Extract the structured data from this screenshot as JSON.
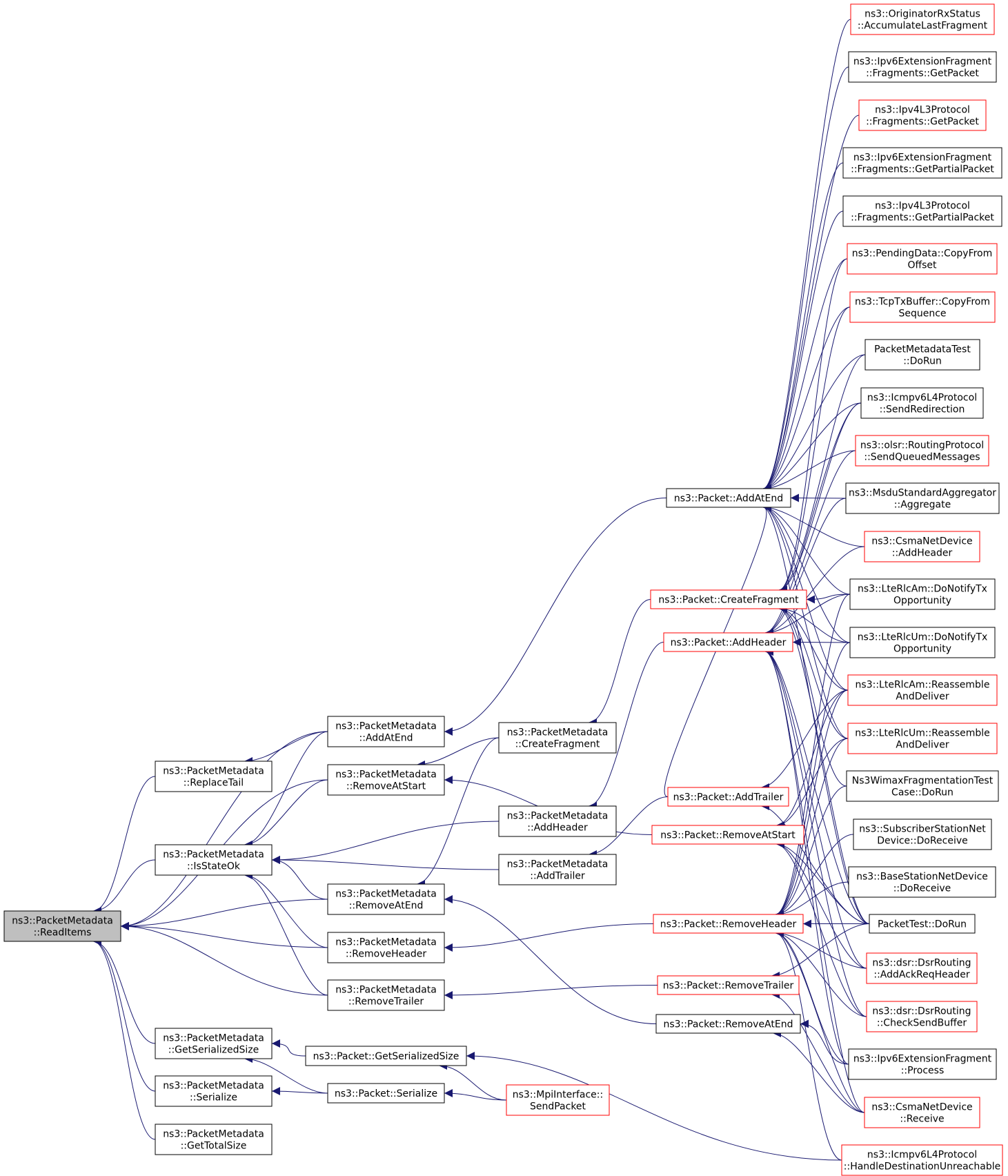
{
  "diagram": {
    "colors": {
      "edge": "#191970",
      "border_normal": "#000000",
      "border_red": "#ff0000",
      "fill_focus": "#bfbfbf",
      "fill_normal": "#ffffff"
    },
    "nodes": [
      {
        "id": "readitems",
        "lines": [
          "ns3::PacketMetadata",
          "::ReadItems"
        ],
        "style": "focus"
      },
      {
        "id": "pm_replacetail",
        "lines": [
          "ns3::PacketMetadata",
          "::ReplaceTail"
        ],
        "style": "normal"
      },
      {
        "id": "pm_isstateok",
        "lines": [
          "ns3::PacketMetadata",
          "::IsStateOk"
        ],
        "style": "normal"
      },
      {
        "id": "pm_getserializedsize",
        "lines": [
          "ns3::PacketMetadata",
          "::GetSerializedSize"
        ],
        "style": "normal"
      },
      {
        "id": "pm_serialize",
        "lines": [
          "ns3::PacketMetadata",
          "::Serialize"
        ],
        "style": "normal"
      },
      {
        "id": "pm_gettotalsize",
        "lines": [
          "ns3::PacketMetadata",
          "::GetTotalSize"
        ],
        "style": "normal"
      },
      {
        "id": "pm_addatend",
        "lines": [
          "ns3::PacketMetadata",
          "::AddAtEnd"
        ],
        "style": "normal"
      },
      {
        "id": "pm_removeatstart",
        "lines": [
          "ns3::PacketMetadata",
          "::RemoveAtStart"
        ],
        "style": "normal"
      },
      {
        "id": "pm_removeatend",
        "lines": [
          "ns3::PacketMetadata",
          "::RemoveAtEnd"
        ],
        "style": "normal"
      },
      {
        "id": "pm_removeheader",
        "lines": [
          "ns3::PacketMetadata",
          "::RemoveHeader"
        ],
        "style": "normal"
      },
      {
        "id": "pm_removetrailer",
        "lines": [
          "ns3::PacketMetadata",
          "::RemoveTrailer"
        ],
        "style": "normal"
      },
      {
        "id": "p_getserializedsize",
        "lines": [
          "ns3::Packet::GetSerializedSize"
        ],
        "style": "normal"
      },
      {
        "id": "p_serialize",
        "lines": [
          "ns3::Packet::Serialize"
        ],
        "style": "normal"
      },
      {
        "id": "pm_createfragment",
        "lines": [
          "ns3::PacketMetadata",
          "::CreateFragment"
        ],
        "style": "normal"
      },
      {
        "id": "pm_addheader",
        "lines": [
          "ns3::PacketMetadata",
          "::AddHeader"
        ],
        "style": "normal"
      },
      {
        "id": "pm_addtrailer",
        "lines": [
          "ns3::PacketMetadata",
          "::AddTrailer"
        ],
        "style": "normal"
      },
      {
        "id": "mpi_sendpacket",
        "lines": [
          "ns3::MpiInterface::",
          "SendPacket"
        ],
        "style": "red"
      },
      {
        "id": "p_addatend",
        "lines": [
          "ns3::Packet::AddAtEnd"
        ],
        "style": "normal"
      },
      {
        "id": "p_createfragment",
        "lines": [
          "ns3::Packet::CreateFragment"
        ],
        "style": "red"
      },
      {
        "id": "p_addheader",
        "lines": [
          "ns3::Packet::AddHeader"
        ],
        "style": "red"
      },
      {
        "id": "p_addtrailer",
        "lines": [
          "ns3::Packet::AddTrailer"
        ],
        "style": "red"
      },
      {
        "id": "p_removeatstart",
        "lines": [
          "ns3::Packet::RemoveAtStart"
        ],
        "style": "red"
      },
      {
        "id": "p_removeheader",
        "lines": [
          "ns3::Packet::RemoveHeader"
        ],
        "style": "red"
      },
      {
        "id": "p_removetrailer",
        "lines": [
          "ns3::Packet::RemoveTrailer"
        ],
        "style": "red"
      },
      {
        "id": "p_removeatend",
        "lines": [
          "ns3::Packet::RemoveAtEnd"
        ],
        "style": "normal"
      },
      {
        "id": "orig_rx",
        "lines": [
          "ns3::OriginatorRxStatus",
          "::AccumulateLastFragment"
        ],
        "style": "red"
      },
      {
        "id": "ipv6frag_getpacket",
        "lines": [
          "ns3::Ipv6ExtensionFragment",
          "::Fragments::GetPacket"
        ],
        "style": "normal"
      },
      {
        "id": "ipv4l3_getpacket",
        "lines": [
          "ns3::Ipv4L3Protocol",
          "::Fragments::GetPacket"
        ],
        "style": "red"
      },
      {
        "id": "ipv6frag_getpartial",
        "lines": [
          "ns3::Ipv6ExtensionFragment",
          "::Fragments::GetPartialPacket"
        ],
        "style": "normal"
      },
      {
        "id": "ipv4l3_getpartial",
        "lines": [
          "ns3::Ipv4L3Protocol",
          "::Fragments::GetPartialPacket"
        ],
        "style": "normal"
      },
      {
        "id": "pending_copy",
        "lines": [
          "ns3::PendingData::CopyFrom",
          "Offset"
        ],
        "style": "red"
      },
      {
        "id": "tcptx_copy",
        "lines": [
          "ns3::TcpTxBuffer::CopyFrom",
          "Sequence"
        ],
        "style": "red"
      },
      {
        "id": "pmtest_dorun",
        "lines": [
          "PacketMetadataTest",
          "::DoRun"
        ],
        "style": "normal"
      },
      {
        "id": "icmpv6_sendredir",
        "lines": [
          "ns3::Icmpv6L4Protocol",
          "::SendRedirection"
        ],
        "style": "normal"
      },
      {
        "id": "olsr_send",
        "lines": [
          "ns3::olsr::RoutingProtocol",
          "::SendQueuedMessages"
        ],
        "style": "red"
      },
      {
        "id": "msdu_agg",
        "lines": [
          "ns3::MsduStandardAggregator",
          "::Aggregate"
        ],
        "style": "normal"
      },
      {
        "id": "csma_addheader",
        "lines": [
          "ns3::CsmaNetDevice",
          "::AddHeader"
        ],
        "style": "red"
      },
      {
        "id": "lterlcam_notify",
        "lines": [
          "ns3::LteRlcAm::DoNotifyTx",
          "Opportunity"
        ],
        "style": "normal"
      },
      {
        "id": "lterlcum_notify",
        "lines": [
          "ns3::LteRlcUm::DoNotifyTx",
          "Opportunity"
        ],
        "style": "normal"
      },
      {
        "id": "lterlcam_reasm",
        "lines": [
          "ns3::LteRlcAm::Reassemble",
          "AndDeliver"
        ],
        "style": "red"
      },
      {
        "id": "lterlcum_reasm",
        "lines": [
          "ns3::LteRlcUm::Reassemble",
          "AndDeliver"
        ],
        "style": "red"
      },
      {
        "id": "wimax_frag",
        "lines": [
          "Ns3WimaxFragmentationTest",
          "Case::DoRun"
        ],
        "style": "normal"
      },
      {
        "id": "ss_receive",
        "lines": [
          "ns3::SubscriberStationNet",
          "Device::DoReceive"
        ],
        "style": "normal"
      },
      {
        "id": "bs_receive",
        "lines": [
          "ns3::BaseStationNetDevice",
          "::DoReceive"
        ],
        "style": "normal"
      },
      {
        "id": "packettest",
        "lines": [
          "PacketTest::DoRun"
        ],
        "style": "normal"
      },
      {
        "id": "dsr_ackreq",
        "lines": [
          "ns3::dsr::DsrRouting",
          "::AddAckReqHeader"
        ],
        "style": "red"
      },
      {
        "id": "dsr_checksend",
        "lines": [
          "ns3::dsr::DsrRouting",
          "::CheckSendBuffer"
        ],
        "style": "red"
      },
      {
        "id": "ipv6frag_process",
        "lines": [
          "ns3::Ipv6ExtensionFragment",
          "::Process"
        ],
        "style": "normal"
      },
      {
        "id": "csma_receive",
        "lines": [
          "ns3::CsmaNetDevice",
          "::Receive"
        ],
        "style": "red"
      },
      {
        "id": "icmpv6_handle",
        "lines": [
          "ns3::Icmpv6L4Protocol",
          "::HandleDestinationUnreachable"
        ],
        "style": "red"
      }
    ],
    "edges": [
      [
        "pm_replacetail",
        "readitems"
      ],
      [
        "pm_isstateok",
        "readitems"
      ],
      [
        "pm_getserializedsize",
        "readitems"
      ],
      [
        "pm_serialize",
        "readitems"
      ],
      [
        "pm_gettotalsize",
        "readitems"
      ],
      [
        "pm_addatend",
        "readitems"
      ],
      [
        "pm_removeatstart",
        "readitems"
      ],
      [
        "pm_removeatend",
        "readitems"
      ],
      [
        "pm_removeheader",
        "readitems"
      ],
      [
        "pm_removetrailer",
        "readitems"
      ],
      [
        "pm_addatend",
        "pm_replacetail"
      ],
      [
        "pm_addatend",
        "pm_isstateok"
      ],
      [
        "pm_removeatstart",
        "pm_isstateok"
      ],
      [
        "pm_addheader",
        "pm_isstateok"
      ],
      [
        "pm_addtrailer",
        "pm_isstateok"
      ],
      [
        "pm_removeatend",
        "pm_isstateok"
      ],
      [
        "pm_removeheader",
        "pm_isstateok"
      ],
      [
        "pm_removetrailer",
        "pm_isstateok"
      ],
      [
        "p_getserializedsize",
        "pm_getserializedsize"
      ],
      [
        "p_serialize",
        "pm_getserializedsize"
      ],
      [
        "p_serialize",
        "pm_serialize"
      ],
      [
        "p_addatend",
        "pm_addatend"
      ],
      [
        "pm_createfragment",
        "pm_removeatstart"
      ],
      [
        "p_removeatstart",
        "pm_removeatstart"
      ],
      [
        "pm_createfragment",
        "pm_removeatend"
      ],
      [
        "p_removeatend",
        "pm_removeatend"
      ],
      [
        "p_removeheader",
        "pm_removeheader"
      ],
      [
        "p_removetrailer",
        "pm_removetrailer"
      ],
      [
        "mpi_sendpacket",
        "p_getserializedsize"
      ],
      [
        "icmpv6_handle",
        "p_getserializedsize"
      ],
      [
        "mpi_sendpacket",
        "p_serialize"
      ],
      [
        "p_createfragment",
        "pm_createfragment"
      ],
      [
        "p_addheader",
        "pm_addheader"
      ],
      [
        "p_addtrailer",
        "pm_addtrailer"
      ],
      [
        "orig_rx",
        "p_addatend"
      ],
      [
        "ipv6frag_getpacket",
        "p_addatend"
      ],
      [
        "ipv4l3_getpacket",
        "p_addatend"
      ],
      [
        "ipv6frag_getpartial",
        "p_addatend"
      ],
      [
        "ipv4l3_getpartial",
        "p_addatend"
      ],
      [
        "pending_copy",
        "p_addatend"
      ],
      [
        "tcptx_copy",
        "p_addatend"
      ],
      [
        "pmtest_dorun",
        "p_addatend"
      ],
      [
        "icmpv6_sendredir",
        "p_addatend"
      ],
      [
        "olsr_send",
        "p_addatend"
      ],
      [
        "msdu_agg",
        "p_addatend"
      ],
      [
        "csma_addheader",
        "p_addatend"
      ],
      [
        "lterlcam_notify",
        "p_addatend"
      ],
      [
        "lterlcum_notify",
        "p_addatend"
      ],
      [
        "lterlcam_reasm",
        "p_addatend"
      ],
      [
        "lterlcum_reasm",
        "p_addatend"
      ],
      [
        "packettest",
        "p_addatend"
      ],
      [
        "p_addtrailer",
        "p_addatend"
      ],
      [
        "pending_copy",
        "p_createfragment"
      ],
      [
        "tcptx_copy",
        "p_createfragment"
      ],
      [
        "pmtest_dorun",
        "p_createfragment"
      ],
      [
        "icmpv6_sendredir",
        "p_createfragment"
      ],
      [
        "lterlcam_notify",
        "p_createfragment"
      ],
      [
        "lterlcum_notify",
        "p_createfragment"
      ],
      [
        "lterlcam_reasm",
        "p_createfragment"
      ],
      [
        "lterlcum_reasm",
        "p_createfragment"
      ],
      [
        "wimax_frag",
        "p_createfragment"
      ],
      [
        "packettest",
        "p_createfragment"
      ],
      [
        "csma_addheader",
        "p_addheader"
      ],
      [
        "lterlcam_notify",
        "p_addheader"
      ],
      [
        "lterlcum_notify",
        "p_addheader"
      ],
      [
        "icmpv6_sendredir",
        "p_addheader"
      ],
      [
        "olsr_send",
        "p_addheader"
      ],
      [
        "msdu_agg",
        "p_addheader"
      ],
      [
        "packettest",
        "p_addheader"
      ],
      [
        "dsr_ackreq",
        "p_addheader"
      ],
      [
        "dsr_checksend",
        "p_addheader"
      ],
      [
        "ipv6frag_process",
        "p_addheader"
      ],
      [
        "csma_receive",
        "p_addheader"
      ],
      [
        "packettest",
        "p_addtrailer"
      ],
      [
        "lterlcam_reasm",
        "p_addtrailer"
      ],
      [
        "packettest",
        "p_removeatstart"
      ],
      [
        "lterlcam_reasm",
        "p_removeatstart"
      ],
      [
        "lterlcum_reasm",
        "p_removeatstart"
      ],
      [
        "dsr_ackreq",
        "p_removeatstart"
      ],
      [
        "dsr_checksend",
        "p_removeatstart"
      ],
      [
        "lterlcam_notify",
        "p_removeheader"
      ],
      [
        "lterlcum_notify",
        "p_removeheader"
      ],
      [
        "lterlcam_reasm",
        "p_removeheader"
      ],
      [
        "lterlcum_reasm",
        "p_removeheader"
      ],
      [
        "wimax_frag",
        "p_removeheader"
      ],
      [
        "ss_receive",
        "p_removeheader"
      ],
      [
        "bs_receive",
        "p_removeheader"
      ],
      [
        "packettest",
        "p_removeheader"
      ],
      [
        "dsr_ackreq",
        "p_removeheader"
      ],
      [
        "dsr_checksend",
        "p_removeheader"
      ],
      [
        "ipv6frag_process",
        "p_removeheader"
      ],
      [
        "csma_receive",
        "p_removeheader"
      ],
      [
        "icmpv6_handle",
        "p_removeheader"
      ],
      [
        "packettest",
        "p_removetrailer"
      ],
      [
        "csma_receive",
        "p_removetrailer"
      ],
      [
        "ipv6frag_process",
        "p_removeatend"
      ],
      [
        "csma_receive",
        "p_removeatend"
      ]
    ]
  }
}
